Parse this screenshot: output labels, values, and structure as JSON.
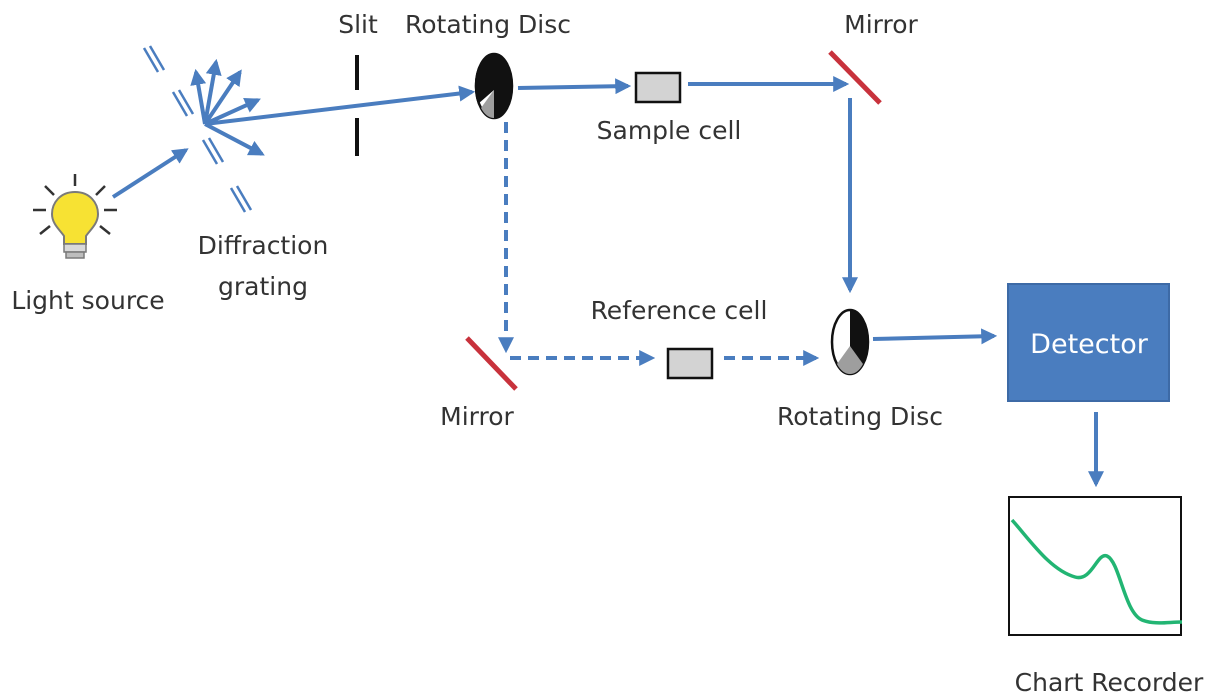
{
  "labels": {
    "slit": "Slit",
    "rotating_disc_top": "Rotating Disc",
    "mirror_top": "Mirror",
    "sample_cell": "Sample cell",
    "light_source": "Light source",
    "diffraction_grating_line1": "Diffraction",
    "diffraction_grating_line2": "grating",
    "reference_cell": "Reference cell",
    "mirror_bottom": "Mirror",
    "rotating_disc_bottom": "Rotating Disc",
    "detector": "Detector",
    "chart_recorder": "Chart Recorder"
  },
  "colors": {
    "beam": "#4a7dbf",
    "mirror": "#c8323c",
    "detector_fill": "#4a7dbf",
    "bulb": "#f7e233",
    "trace": "#22b573",
    "cell_fill": "#d3d3d3"
  },
  "icons": {
    "light_source": "light-bulb-icon"
  }
}
